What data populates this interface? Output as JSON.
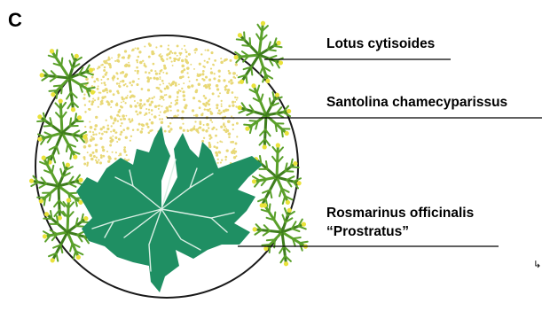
{
  "diagram": {
    "panel_letter": "C",
    "labels": {
      "lotus": "Lotus cytisoides",
      "santolina": "Santolina chamecyparissus",
      "rosmarinus_line1": "Rosmarinus officinalis",
      "rosmarinus_line2": "“Prostratus”"
    },
    "corner_mark": "↳"
  },
  "colors": {
    "rosemary": "#1f8f63",
    "rosemary_vein": "#d9efe4",
    "lotus": "#5aa02a",
    "lotus_dark": "#3f7d1d",
    "lotus_tip": "#e9e23a",
    "santolina_dot": "#e8d877",
    "outline": "#1a1a1a"
  }
}
